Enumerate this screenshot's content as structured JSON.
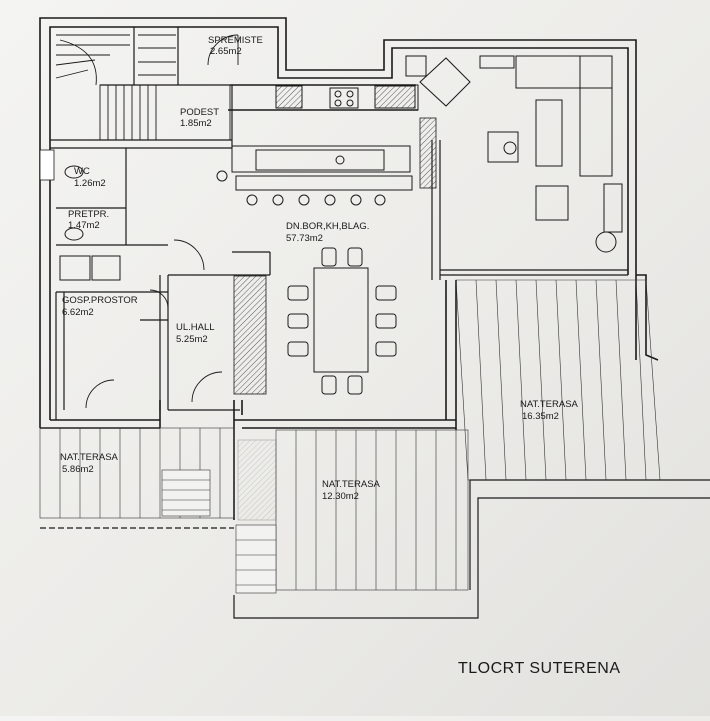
{
  "drawing": {
    "title": "TLOCRT SUTERENA",
    "rooms": [
      {
        "id": "spremiste",
        "name": "SPREMISTE",
        "area": "2.65m2"
      },
      {
        "id": "podest",
        "name": "PODEST",
        "area": "1.85m2"
      },
      {
        "id": "wc",
        "name": "WC",
        "area": "1.26m2"
      },
      {
        "id": "pretpr",
        "name": "PRETPR.",
        "area": "1.47m2"
      },
      {
        "id": "gosp-prostor",
        "name": "GOSP.PROSTOR",
        "area": "6.62m2"
      },
      {
        "id": "ul-hall",
        "name": "UL.HALL",
        "area": "5.25m2"
      },
      {
        "id": "dn-bor",
        "name": "DN.BOR,KH,BLAG.",
        "area": "57.73m2"
      },
      {
        "id": "terasa-left",
        "name": "NAT.TERASA",
        "area": "5.86m2"
      },
      {
        "id": "terasa-middle",
        "name": "NAT.TERASA",
        "area": "12.30m2"
      },
      {
        "id": "terasa-right",
        "name": "NAT.TERASA",
        "area": "16.35m2"
      }
    ]
  }
}
